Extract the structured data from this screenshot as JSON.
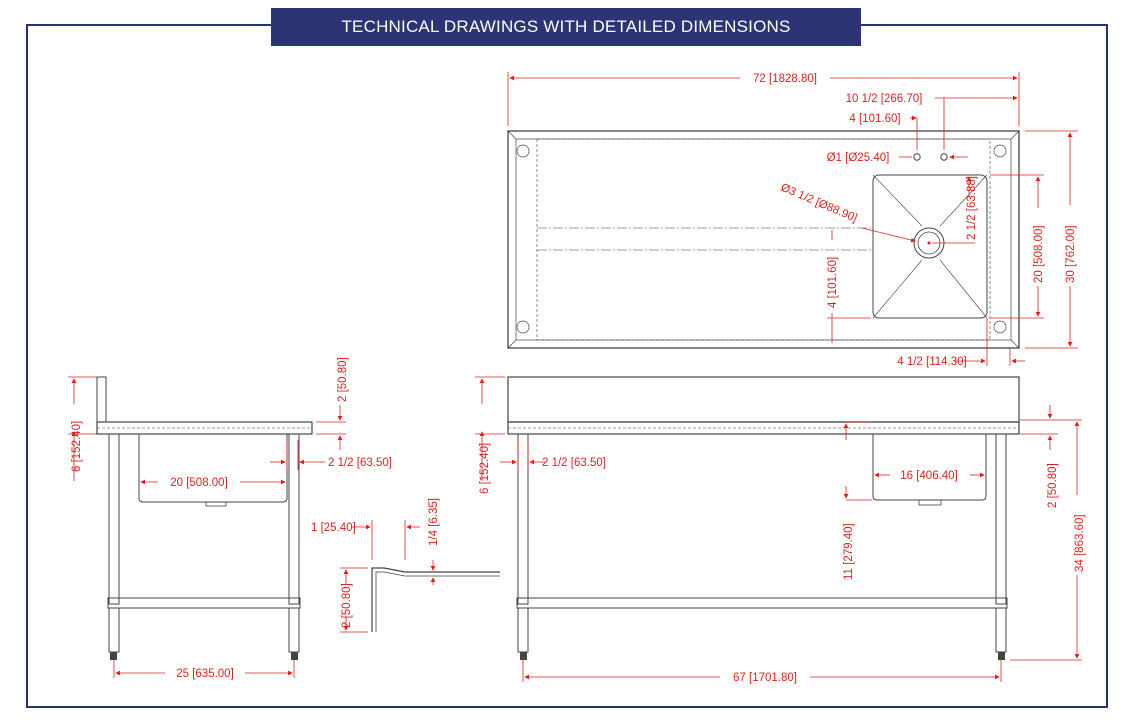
{
  "header": {
    "title": "TECHNICAL DRAWINGS WITH DETAILED DIMENSIONS"
  },
  "colors": {
    "frame": "#2a3170",
    "banner": "#2d3476",
    "dimension": "#e0201c",
    "drawing": "#444444"
  },
  "dimensions": {
    "top_overall_length": "72 [1828.80]",
    "top_sink_offset": "10 1/2 [266.70]",
    "top_tap_spacing": "4 [101.60]",
    "top_tap_hole": "Ø1 [Ø25.40]",
    "top_drain": "Ø3 1/2 [Ø88.90]",
    "top_drain_offset": "2 1/2 [63.88]",
    "top_bowl_depth_plan": "20 [508.00]",
    "top_overall_depth": "30 [762.00]",
    "top_bowl_front": "4 [101.60]",
    "top_bowl_side": "4 1/2 [114.30]",
    "side_splash": "6 [152.40]",
    "side_top_thickness": "2 [50.80]",
    "side_rim": "2 1/2 [63.50]",
    "side_bowl_width": "20 [508.00]",
    "side_leg_span": "25 [635.00]",
    "detail_width": "1 [25.40]",
    "detail_lip": "1/4 [6.35]",
    "detail_height": "2 [50.80]",
    "front_splash": "6 [152.40]",
    "front_rim": "2 1/2 [63.50]",
    "front_bowl_width": "16 [406.40]",
    "front_bowl_depth": "11 [279.40]",
    "front_edge": "2 [50.80]",
    "front_height": "34 [863.60]",
    "front_leg_span": "67 [1701.80]"
  }
}
